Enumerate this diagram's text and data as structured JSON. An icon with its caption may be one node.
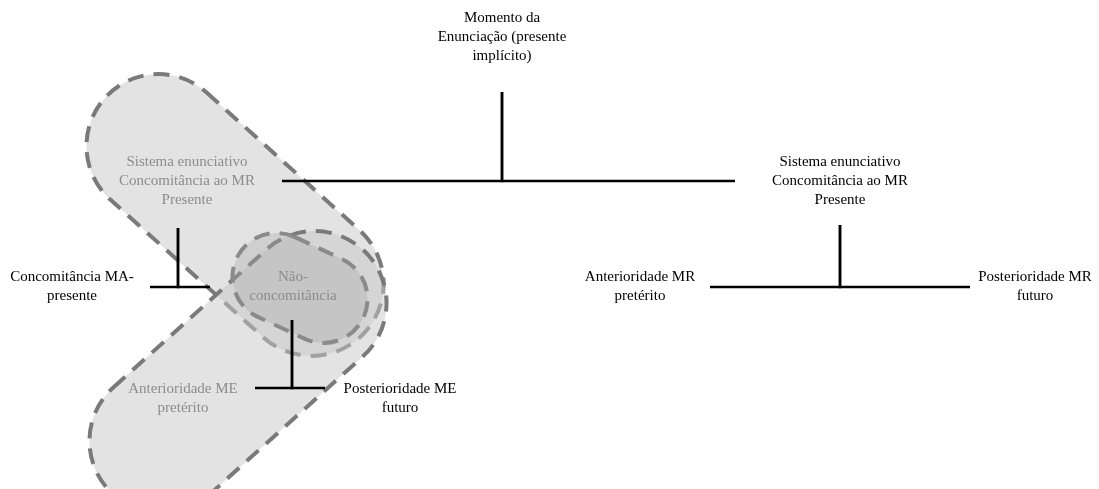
{
  "diagram": {
    "nodes": [
      {
        "text": [
          "Momento da Enunciação (presente implícito)"
        ]
      },
      {
        "text": [
          "Sistema enunciativo Concomitância ao MR Presente"
        ]
      },
      {
        "text": [
          "Sistema enunciativo Concomitância ao MR Presente"
        ]
      },
      {
        "text": [
          "Concomitância MA-presente"
        ]
      },
      {
        "text": [
          "Não-concomitância"
        ]
      },
      {
        "text": [
          "Anterioridade ME pretérito"
        ]
      },
      {
        "text": [
          "Posterioridade ME futuro"
        ]
      },
      {
        "text": [
          "Anterioridade MR pretérito"
        ]
      },
      {
        "text": [
          "Posterioridade MR futuro"
        ]
      }
    ],
    "edges": [
      {
        "from": 0,
        "to": 1,
        "arrow": "none"
      },
      {
        "from": 0,
        "to": 2,
        "arrow": "none"
      },
      {
        "from": 1,
        "to": 3,
        "arrow": "none"
      },
      {
        "from": 1,
        "to": 4,
        "arrow": "none"
      },
      {
        "from": 4,
        "to": 5,
        "arrow": "none"
      },
      {
        "from": 4,
        "to": 6,
        "arrow": "none"
      },
      {
        "from": 2,
        "to": 7,
        "arrow": "none"
      },
      {
        "from": 2,
        "to": 8,
        "arrow": "none"
      }
    ]
  }
}
